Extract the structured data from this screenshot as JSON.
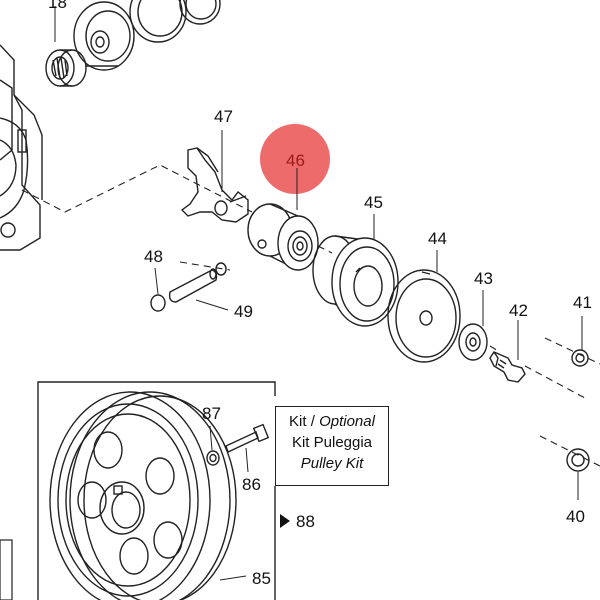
{
  "diagram": {
    "highlight_color": "#ee6b6b",
    "highlighted_part": "46",
    "labels": {
      "p18": "18",
      "p47": "47",
      "p46": "46",
      "p45": "45",
      "p44": "44",
      "p43": "43",
      "p42": "42",
      "p41": "41",
      "p40": "40",
      "p48": "48",
      "p49": "49",
      "p87": "87",
      "p86": "86",
      "p88": "88",
      "p85": "85"
    },
    "kit_box": {
      "line1_a": "Kit / ",
      "line1_b": "Optional",
      "line2": "Kit Puleggia",
      "line3": "Pulley Kit"
    }
  }
}
